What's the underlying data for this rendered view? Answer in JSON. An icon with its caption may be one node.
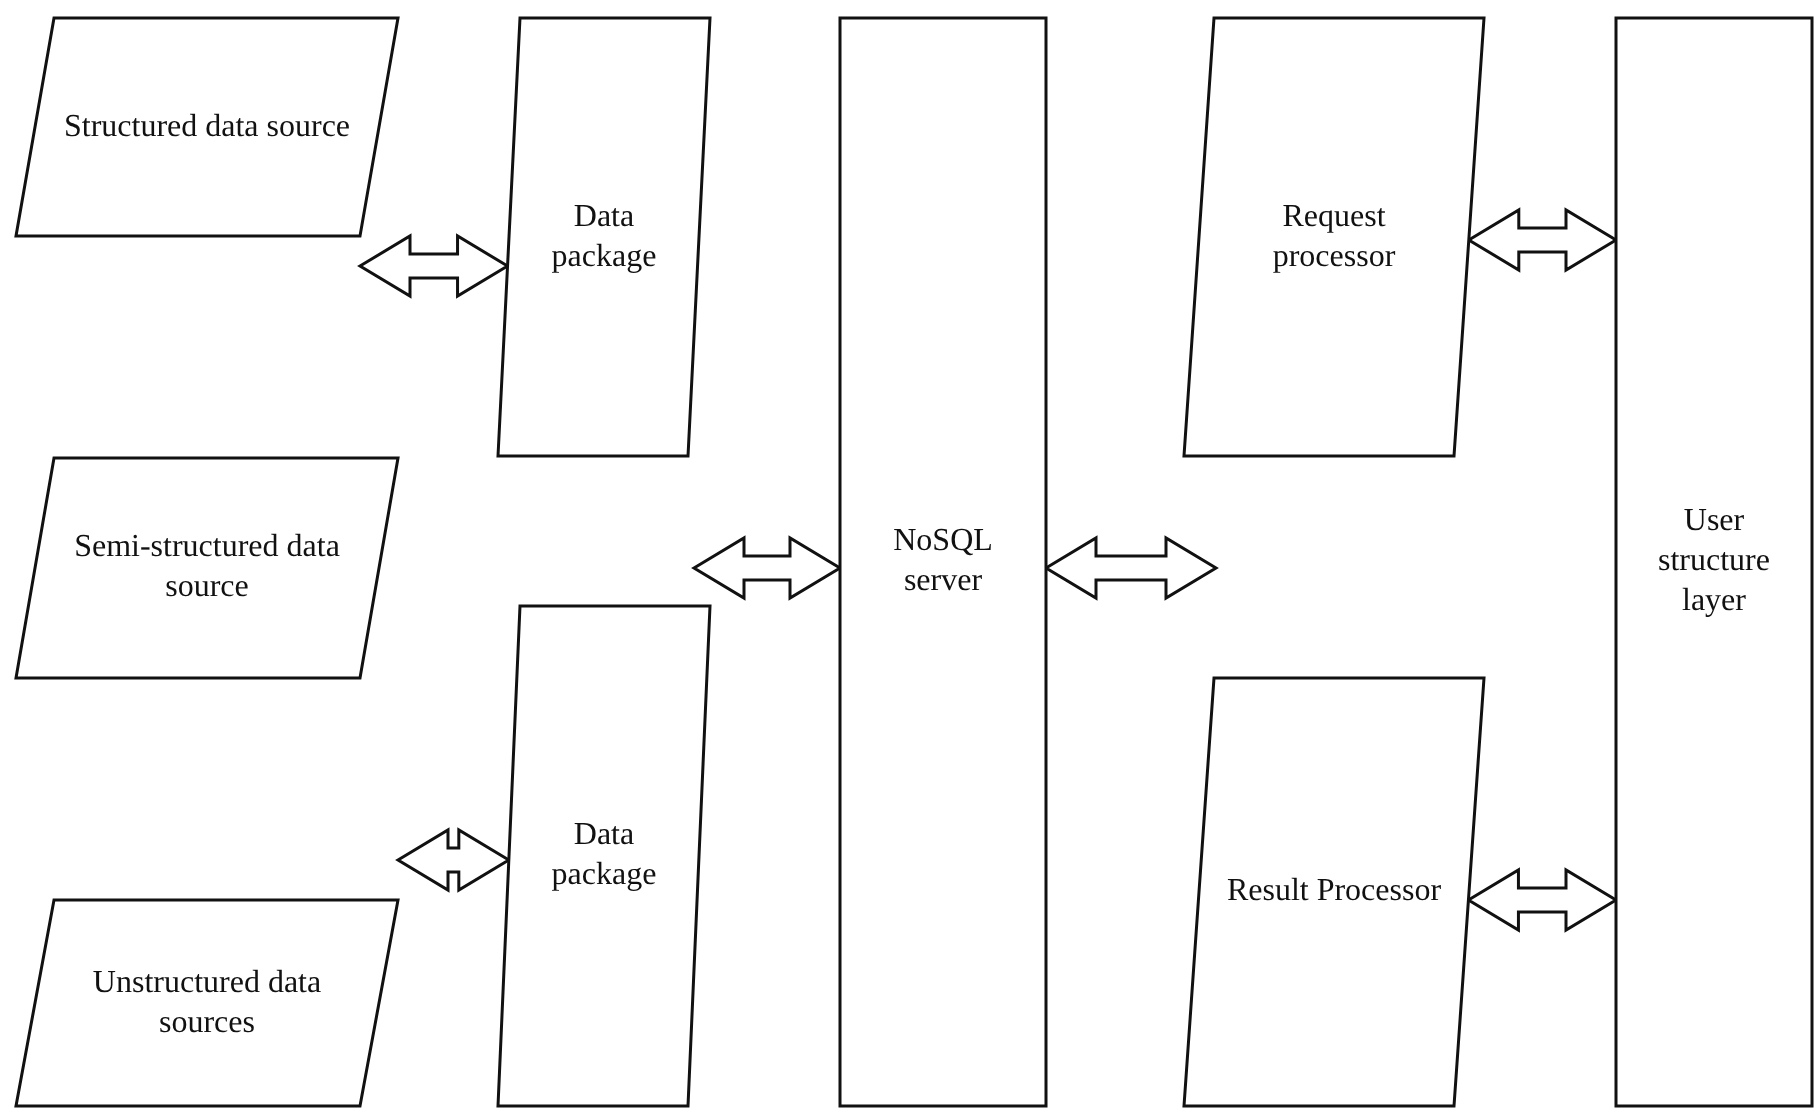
{
  "diagram": {
    "nodes": [
      {
        "text": [
          "Structured data source"
        ]
      },
      {
        "text": [
          "Data package"
        ]
      },
      {
        "text": [
          "Semi-structured data source"
        ]
      },
      {
        "text": [
          "Data package"
        ]
      },
      {
        "text": [
          "Unstructured data sources"
        ]
      },
      {
        "text": [
          "NoSQL server"
        ]
      },
      {
        "text": [
          "Request processor"
        ]
      },
      {
        "text": [
          "Result Processor"
        ]
      },
      {
        "text": [
          "User structure layer"
        ]
      }
    ],
    "edges": [
      {
        "from": 0,
        "to": 1,
        "arrow": "both"
      },
      {
        "from": 4,
        "to": 3,
        "arrow": "both"
      },
      {
        "from": null,
        "to": 5,
        "arrow": "both"
      },
      {
        "from": 5,
        "to": null,
        "arrow": "both"
      },
      {
        "from": 6,
        "to": 8,
        "arrow": "both"
      },
      {
        "from": 7,
        "to": 8,
        "arrow": "both"
      }
    ]
  }
}
